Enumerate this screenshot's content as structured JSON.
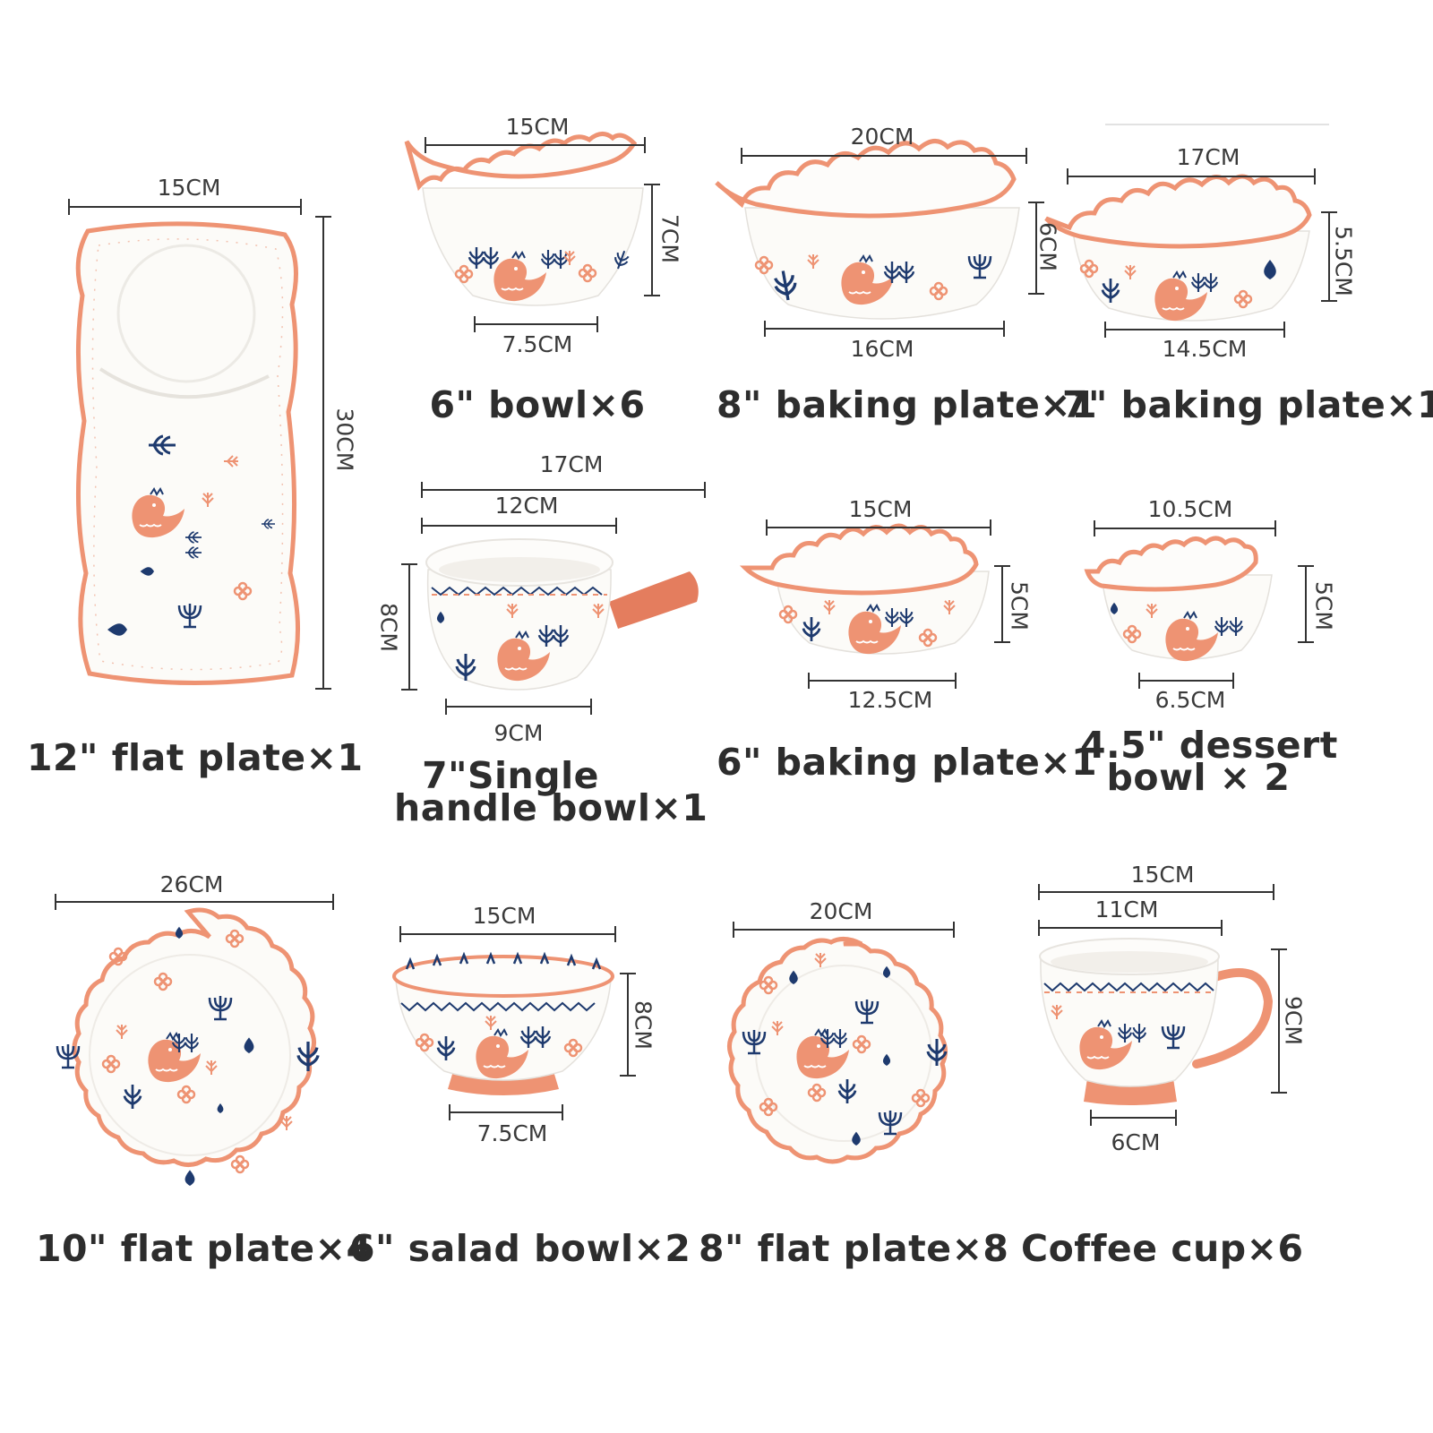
{
  "colors": {
    "coral": "#EE9373",
    "navy": "#1E3A6E",
    "glaze": "#FCFBF8",
    "line": "#333333"
  },
  "items": [
    {
      "id": "flat-plate-12",
      "name": "12\" flat plate×1",
      "width": "15CM",
      "height": "30CM"
    },
    {
      "id": "bowl-6",
      "name": "6\" bowl×6",
      "top": "15CM",
      "bottom": "7.5CM",
      "height": "7CM"
    },
    {
      "id": "baking-plate-8",
      "name": "8\" baking plate×1",
      "top": "20CM",
      "bottom": "16CM",
      "height": "6CM"
    },
    {
      "id": "baking-plate-7",
      "name": "7\" baking plate×1",
      "top": "17CM",
      "bottom": "14.5CM",
      "height": "5.5CM"
    },
    {
      "id": "handle-bowl-7",
      "name_line1": "7\"Single",
      "name_line2": "handle bowl×1",
      "total": "17CM",
      "top": "12CM",
      "bottom": "9CM",
      "height": "8CM"
    },
    {
      "id": "baking-plate-6",
      "name": "6\" baking plate×1",
      "top": "15CM",
      "bottom": "12.5CM",
      "height": "5CM"
    },
    {
      "id": "dessert-bowl",
      "name_line1": "4.5\" dessert",
      "name_line2": "bowl × 2",
      "top": "10.5CM",
      "bottom": "6.5CM",
      "height": "5CM"
    },
    {
      "id": "flat-plate-10",
      "name": "10\" flat plate×4",
      "width": "26CM"
    },
    {
      "id": "salad-bowl",
      "name": "6\" salad bowl×2",
      "top": "15CM",
      "bottom": "7.5CM",
      "height": "8CM"
    },
    {
      "id": "flat-plate-8",
      "name": "8\" flat plate×8",
      "width": "20CM"
    },
    {
      "id": "coffee-cup",
      "name": "Coffee cup×6",
      "total": "15CM",
      "top": "11CM",
      "bottom": "6CM",
      "height": "9CM"
    }
  ]
}
